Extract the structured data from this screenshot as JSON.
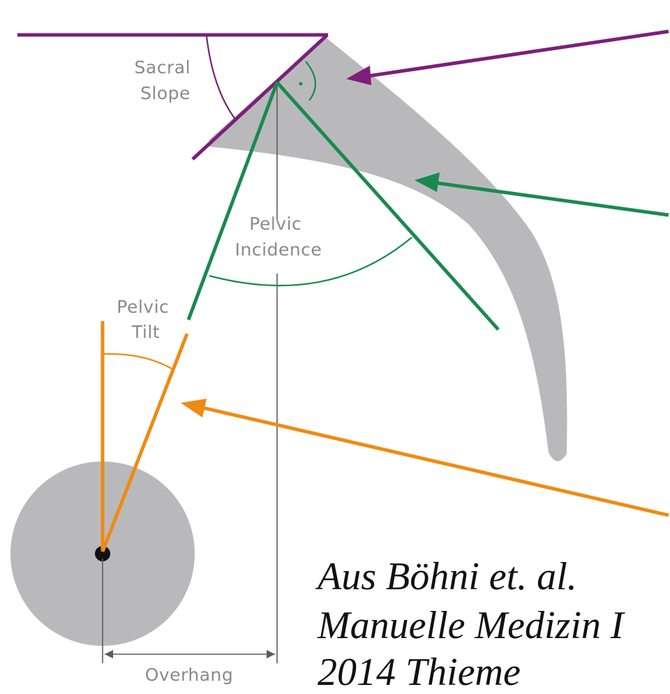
{
  "labels": {
    "sacral_slope": [
      "Sacral",
      "Slope"
    ],
    "pelvic_incidence": [
      "Pelvic",
      "Incidence"
    ],
    "pelvic_tilt": [
      "Pelvic",
      "Tilt"
    ],
    "overhang": "Overhang"
  },
  "citation": {
    "line1": "Aus Böhni et. al.",
    "line2": "Manuelle Medizin I",
    "line3": "2014 Thieme"
  },
  "colors": {
    "sacral_slope": "#7b1f7a",
    "pelvic_incidence": "#1a8a4e",
    "pelvic_tilt": "#ef8a12",
    "bone": "#b9b9bb",
    "reference": "#5a5a5a"
  }
}
